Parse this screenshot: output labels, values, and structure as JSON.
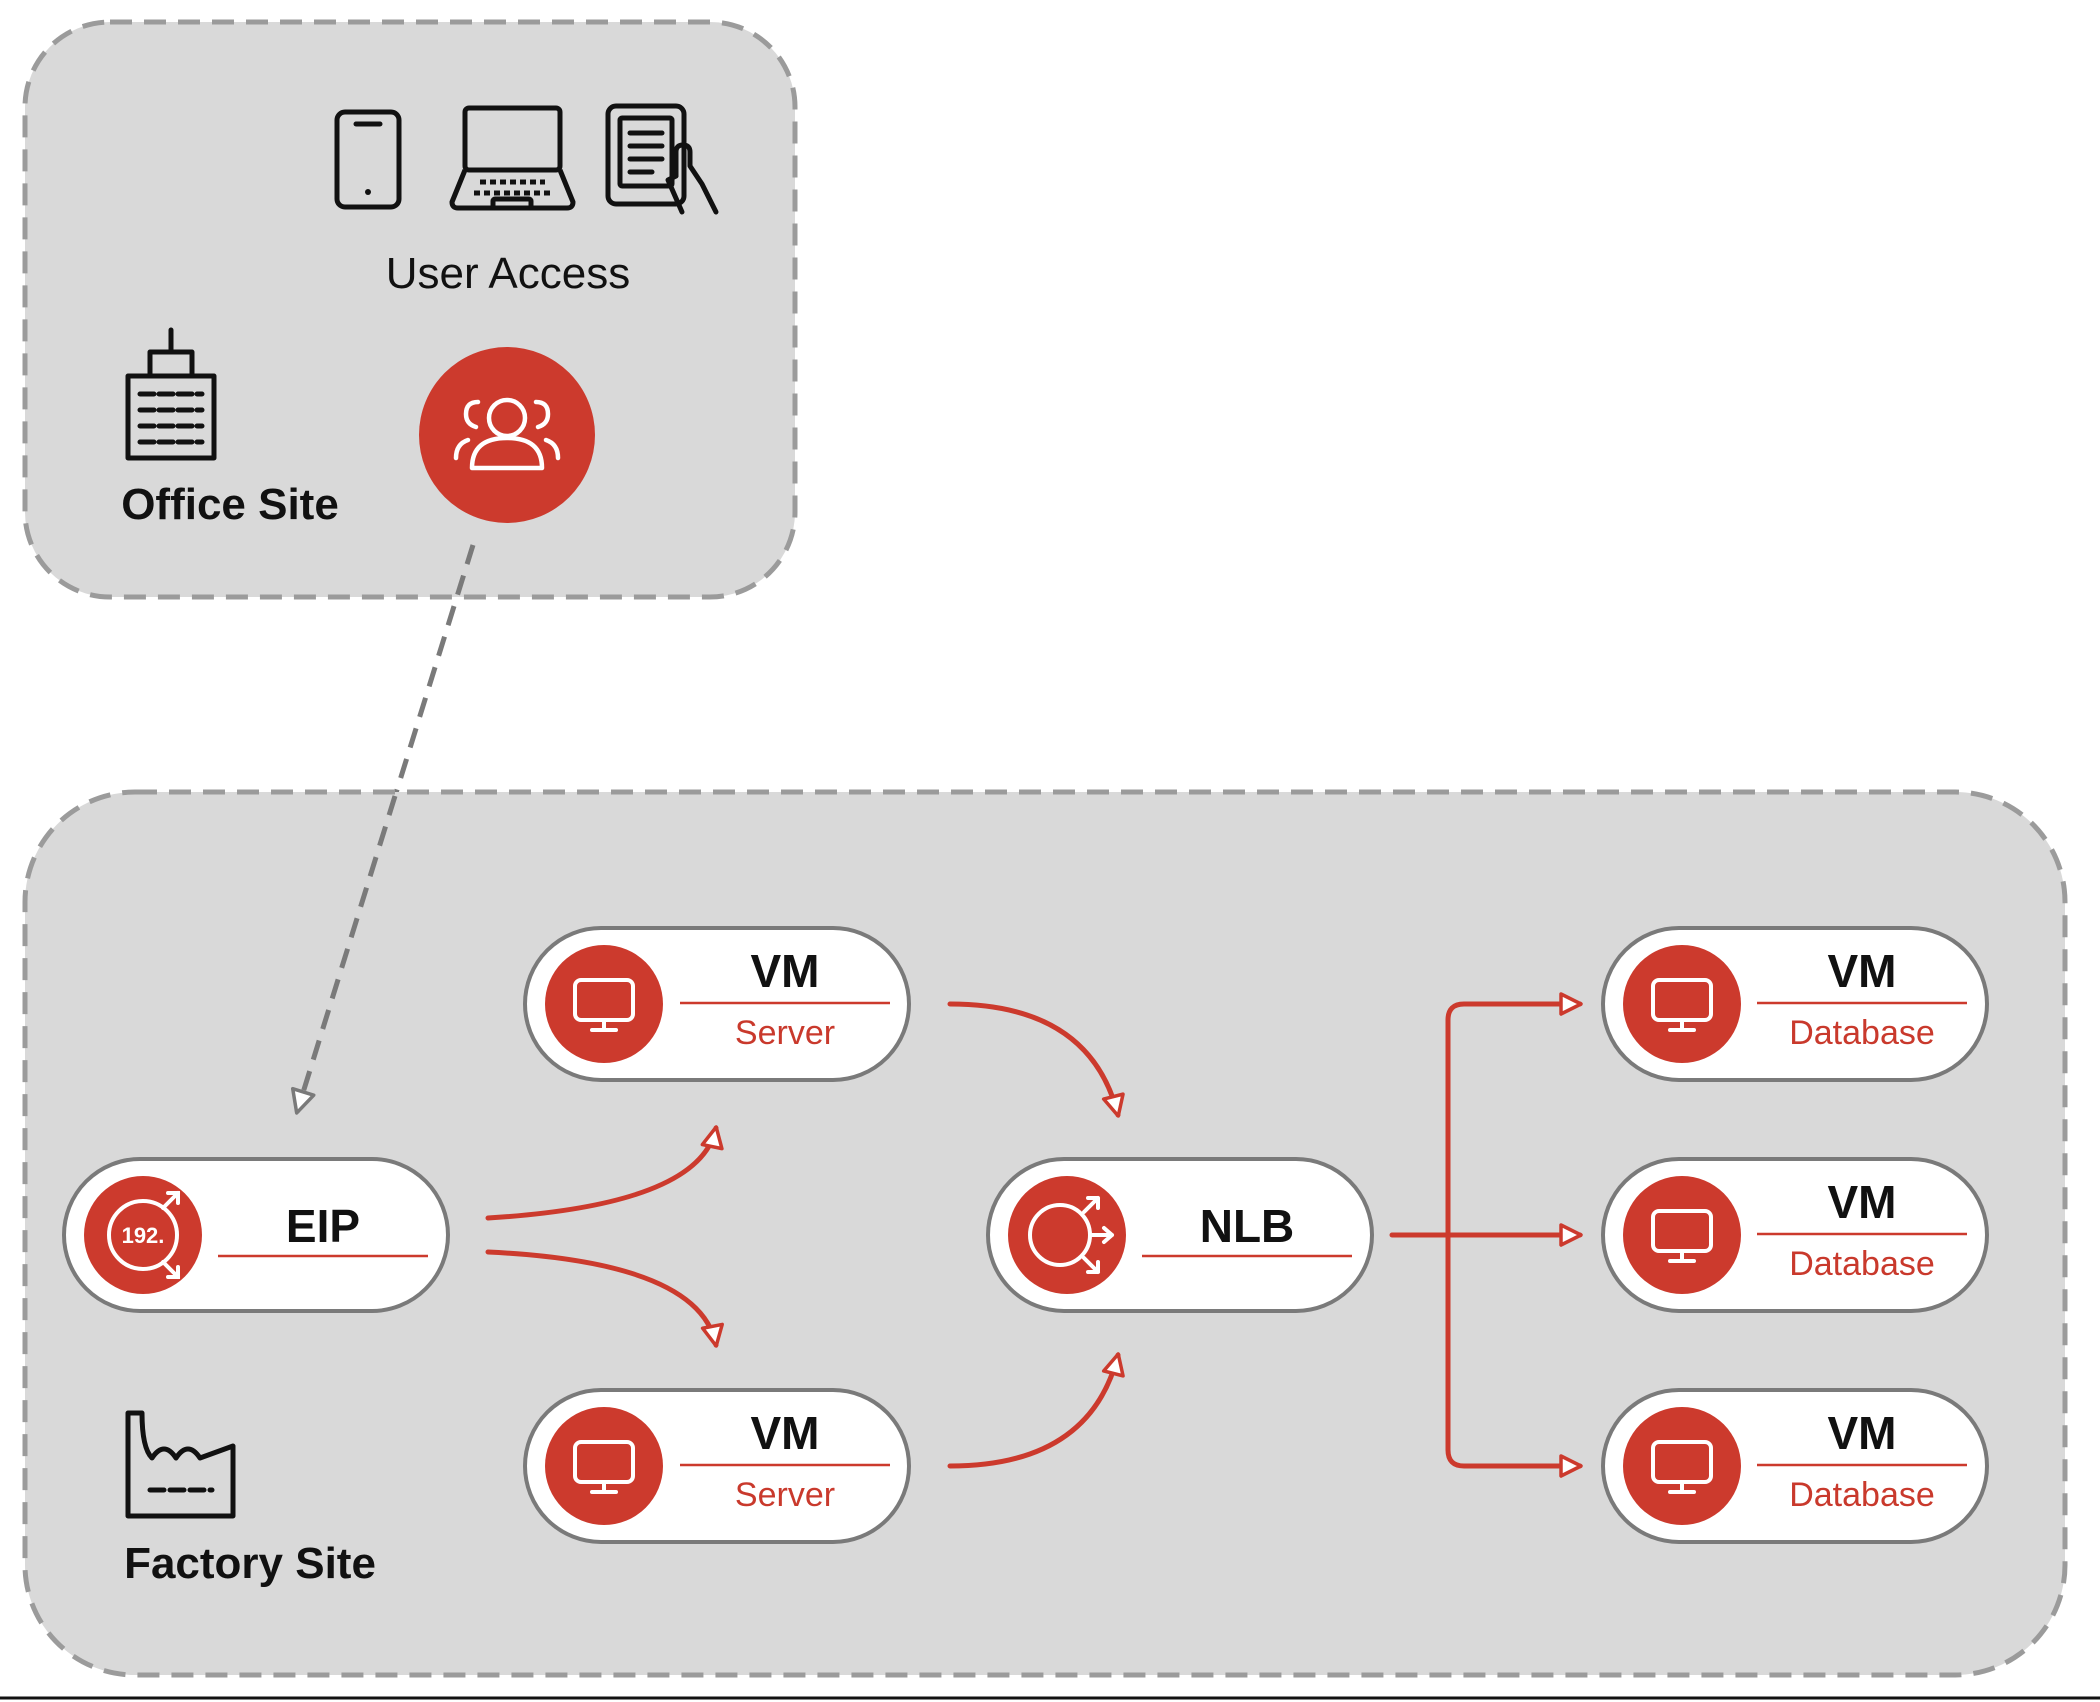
{
  "colors": {
    "accent": "#cc3a2d",
    "zone_fill": "#d9d9d9",
    "zone_border": "#9b9b9b",
    "node_fill": "#ffffff",
    "node_border": "#7a7a7a",
    "text": "#111111"
  },
  "office_site": {
    "label": "Office Site",
    "icon": "office-building-icon",
    "user_access_label": "User Access",
    "device_icons": [
      "smartphone-icon",
      "laptop-icon",
      "tablet-touch-icon"
    ],
    "users_icon": "user-group-icon"
  },
  "factory_site": {
    "label": "Factory Site",
    "icon": "factory-icon"
  },
  "nodes": {
    "eip": {
      "title": "EIP",
      "subtitle": "",
      "icon": "eip-192-icon",
      "icon_text": "192."
    },
    "server_1": {
      "title": "VM",
      "subtitle": "Server",
      "icon": "monitor-icon"
    },
    "server_2": {
      "title": "VM",
      "subtitle": "Server",
      "icon": "monitor-icon"
    },
    "nlb": {
      "title": "NLB",
      "subtitle": "",
      "icon": "load-balancer-icon"
    },
    "db_1": {
      "title": "VM",
      "subtitle": "Database",
      "icon": "monitor-icon"
    },
    "db_2": {
      "title": "VM",
      "subtitle": "Database",
      "icon": "monitor-icon"
    },
    "db_3": {
      "title": "VM",
      "subtitle": "Database",
      "icon": "monitor-icon"
    }
  }
}
